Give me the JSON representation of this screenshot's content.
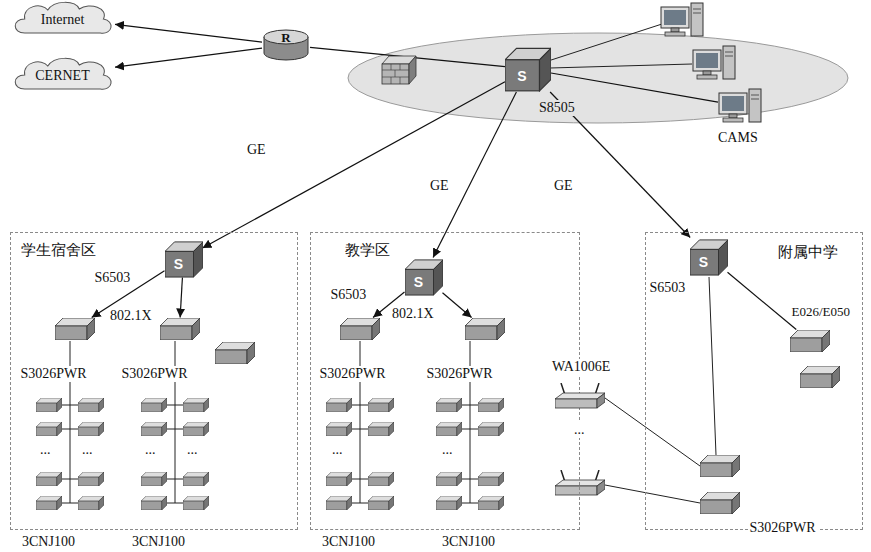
{
  "diagram": {
    "nodes": [
      {
        "text": [
          "Internet"
        ]
      },
      {
        "text": [
          "CERNET"
        ]
      },
      {
        "text": [
          "R"
        ]
      },
      {
        "text": [
          "S",
          "S8505"
        ]
      },
      {
        "text": [
          "CAMS"
        ]
      },
      {
        "text": [
          "学生宿舍区"
        ]
      },
      {
        "text": [
          "S",
          "S6503"
        ],
        "in": 5
      },
      {
        "text": [
          "S3026PWR"
        ],
        "in": 5
      },
      {
        "text": [
          "S3026PWR"
        ],
        "in": 5
      },
      {
        "text": [
          "教学区"
        ]
      },
      {
        "text": [
          "S",
          "S6503"
        ],
        "in": 9
      },
      {
        "text": [
          "S3026PWR"
        ],
        "in": 9
      },
      {
        "text": [
          "S3026PWR"
        ],
        "in": 9
      },
      {
        "text": [
          "附属中学"
        ]
      },
      {
        "text": [
          "S",
          "S6503"
        ],
        "in": 13
      },
      {
        "text": [
          "E026/E050"
        ],
        "in": 13
      },
      {
        "text": [
          "S3026PWR"
        ],
        "in": 13
      },
      {
        "text": [
          "WA1006E"
        ]
      }
    ],
    "edges": [
      {
        "from": 2,
        "to": 0,
        "arrow": "to"
      },
      {
        "from": 2,
        "to": 1,
        "arrow": "to"
      },
      {
        "from": 2,
        "to": 3,
        "arrow": "none"
      },
      {
        "from": 3,
        "to": 6,
        "arrow": "to",
        "label": "GE"
      },
      {
        "from": 3,
        "to": 10,
        "arrow": "to",
        "label": "GE"
      },
      {
        "from": 3,
        "to": 14,
        "arrow": "to",
        "label": "GE"
      },
      {
        "from": 3,
        "to": 4,
        "arrow": "none"
      },
      {
        "from": 6,
        "to": 7,
        "arrow": "to"
      },
      {
        "from": 6,
        "to": 8,
        "arrow": "to",
        "label": "802.1X"
      },
      {
        "from": 10,
        "to": 11,
        "arrow": "to"
      },
      {
        "from": 10,
        "to": 12,
        "arrow": "to",
        "label": "802.1X"
      },
      {
        "from": 14,
        "to": 15,
        "arrow": "none"
      }
    ],
    "labels": [
      "...",
      "...",
      "...",
      "...",
      "...",
      "...",
      "...",
      "3CNJ100",
      "3CNJ100",
      "3CNJ100",
      "3CNJ100"
    ]
  }
}
